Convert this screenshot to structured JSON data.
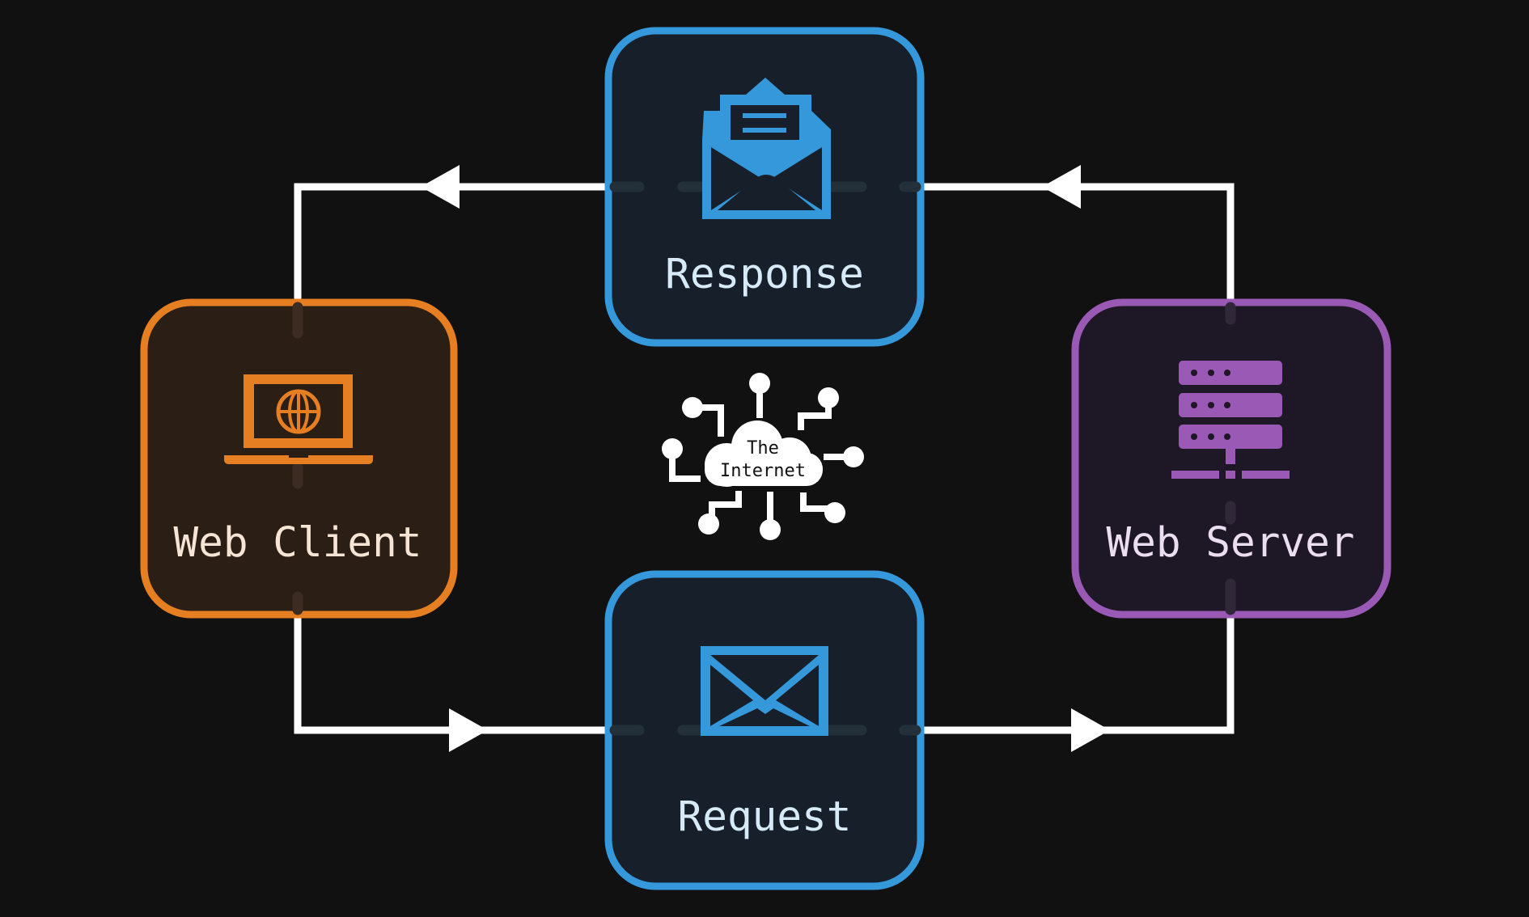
{
  "colors": {
    "background": "#111111",
    "client": "#e67e22",
    "server": "#9b59b6",
    "message": "#3498db",
    "connector": "#ffffff"
  },
  "nodes": {
    "response": {
      "label": "Response",
      "icon": "open-envelope-icon"
    },
    "request": {
      "label": "Request",
      "icon": "envelope-icon"
    },
    "client": {
      "label": "Web Client",
      "icon": "laptop-globe-icon"
    },
    "server": {
      "label": "Web Server",
      "icon": "server-rack-icon"
    }
  },
  "internet": {
    "line1": "The",
    "line2": "Internet",
    "icon": "cloud-network-icon"
  }
}
